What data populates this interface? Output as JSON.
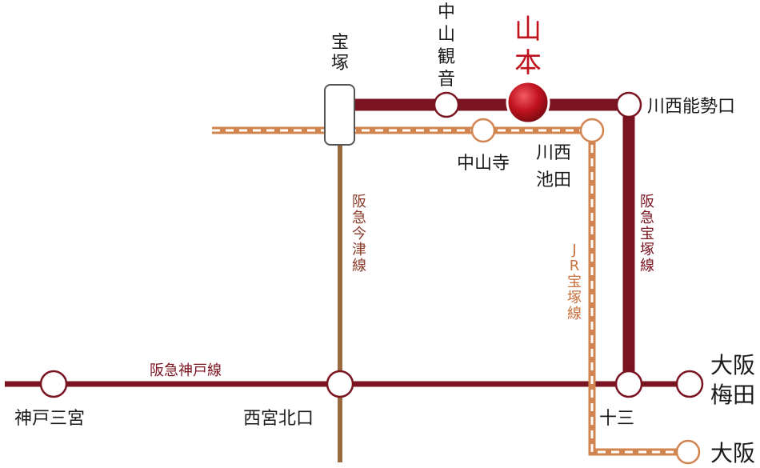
{
  "colors": {
    "hankyu": "#7a1420",
    "jr": "#d2844e",
    "imazu": "#9a6a3e",
    "highlight": "#c0121e",
    "text": "#1a1a1a",
    "line_label": "#8a3b2a",
    "jr_label": "#c9713e",
    "dash": "#ffffff"
  },
  "highlight_station": "山本",
  "stations": {
    "takarazuka": "宝塚",
    "nakayama_kannon": "中山観音",
    "kawanishi_noseguchi": "川西能勢口",
    "nakayamadera": "中山寺",
    "kawanishi_ikeda_1": "川西",
    "kawanishi_ikeda_2": "池田",
    "kobe_sannomiya": "神戸三宮",
    "nishinomiya_kitaguchi": "西宮北口",
    "juso": "十三",
    "osaka_umeda_1": "大阪",
    "osaka_umeda_2": "梅田",
    "osaka_jr": "大阪"
  },
  "lines": {
    "imazu": "阪急今津線",
    "takarazuka": "阪急宝塚線",
    "kobe": "阪急神戸線",
    "jr_takarazuka": "JR宝塚線"
  }
}
